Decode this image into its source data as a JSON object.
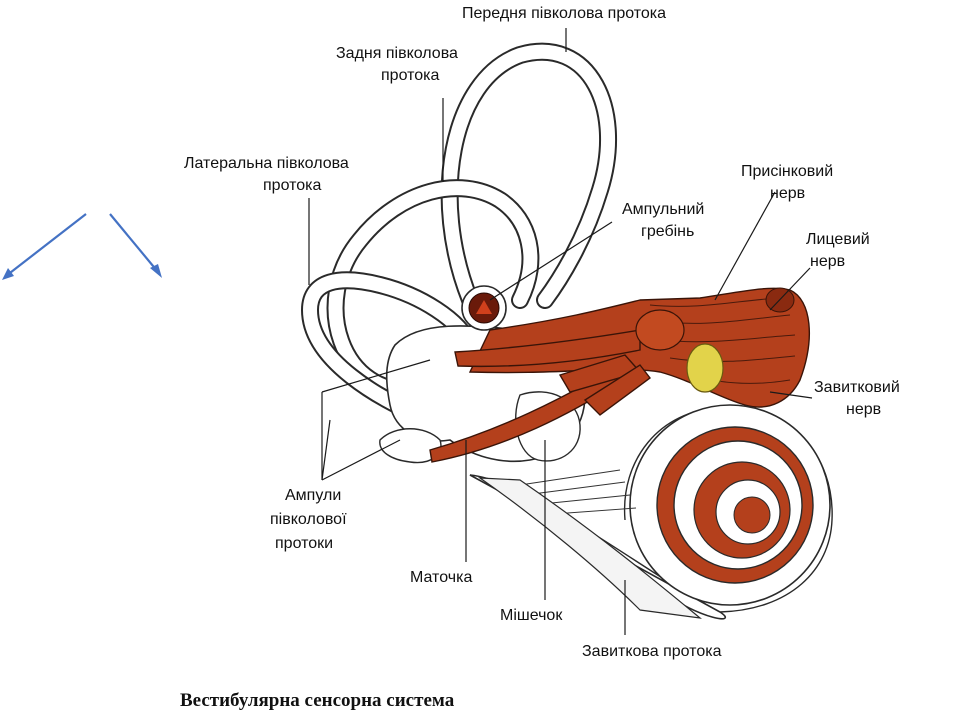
{
  "labels": {
    "anterior_canal": "Передня півколова протока",
    "posterior_canal_1": "Задня півколова",
    "posterior_canal_2": "протока",
    "lateral_canal_1": "Латеральна півколова",
    "lateral_canal_2": "протока",
    "ampullary_crest_1": "Ампульний",
    "ampullary_crest_2": "гребінь",
    "vestibular_nerve_1": "Присінковий",
    "vestibular_nerve_2": "нерв",
    "facial_nerve_1": "Лицевий",
    "facial_nerve_2": "нерв",
    "cochlear_nerve_1": "Завитковий",
    "cochlear_nerve_2": "нерв",
    "ampullae_1": "Ампули",
    "ampullae_2": "півколової",
    "ampullae_3": "протоки",
    "utricle": "Маточка",
    "saccule": "Мішечок",
    "cochlear_duct": "Завиткова протока"
  },
  "caption": "Вестибулярна сенсорна система",
  "colors": {
    "nerve": "#b4401c",
    "arrow": "#4472c4",
    "facial_nerve_core": "#e2d34a"
  }
}
